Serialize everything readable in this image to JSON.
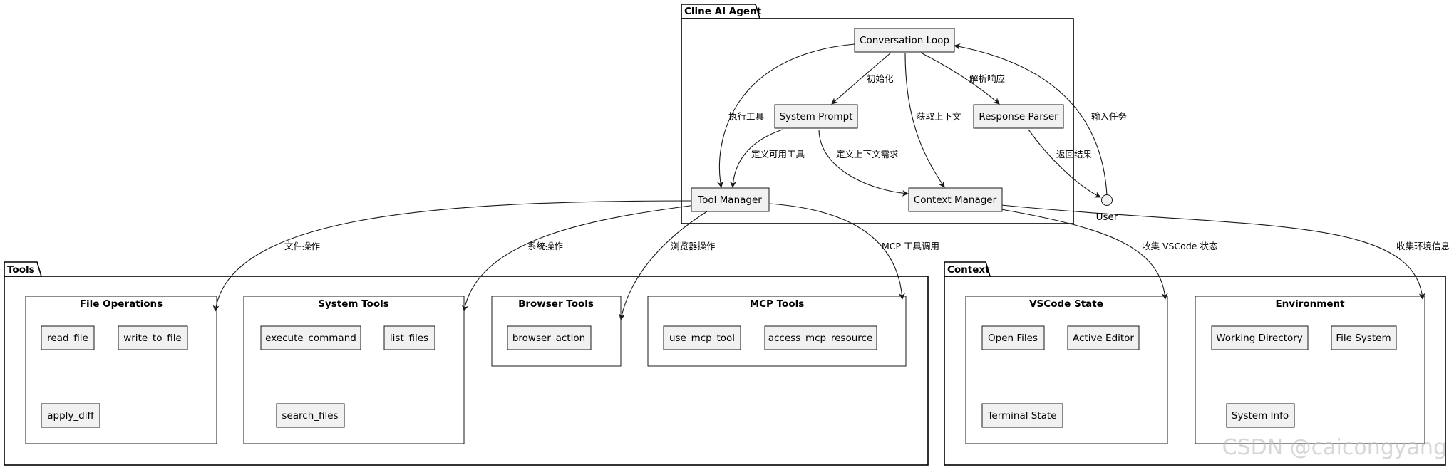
{
  "packages": {
    "cline": "Cline AI Agent",
    "tools": "Tools",
    "context": "Context"
  },
  "groups": {
    "file_ops": "File Operations",
    "system_tools": "System Tools",
    "browser_tools": "Browser Tools",
    "mcp_tools": "MCP Tools",
    "vscode_state": "VSCode State",
    "environment": "Environment"
  },
  "nodes": {
    "conversation_loop": "Conversation Loop",
    "system_prompt": "System Prompt",
    "response_parser": "Response Parser",
    "tool_manager": "Tool Manager",
    "context_manager": "Context Manager",
    "user": "User",
    "read_file": "read_file",
    "write_to_file": "write_to_file",
    "apply_diff": "apply_diff",
    "execute_command": "execute_command",
    "list_files": "list_files",
    "search_files": "search_files",
    "browser_action": "browser_action",
    "use_mcp_tool": "use_mcp_tool",
    "access_mcp_resource": "access_mcp_resource",
    "open_files": "Open Files",
    "active_editor": "Active Editor",
    "terminal_state": "Terminal State",
    "working_directory": "Working Directory",
    "file_system": "File System",
    "system_info": "System Info"
  },
  "edges": {
    "init": "初始化",
    "parse": "解析响应",
    "exec_tool": "执行工具",
    "get_context": "获取上下文",
    "input_task": "输入任务",
    "define_tools": "定义可用工具",
    "define_context": "定义上下文需求",
    "return_result": "返回结果",
    "file_op": "文件操作",
    "system_op": "系统操作",
    "browser_op": "浏览器操作",
    "mcp_call": "MCP 工具调用",
    "collect_vscode": "收集 VSCode 状态",
    "collect_env": "收集环境信息"
  },
  "watermark": "CSDN @caicongyang"
}
